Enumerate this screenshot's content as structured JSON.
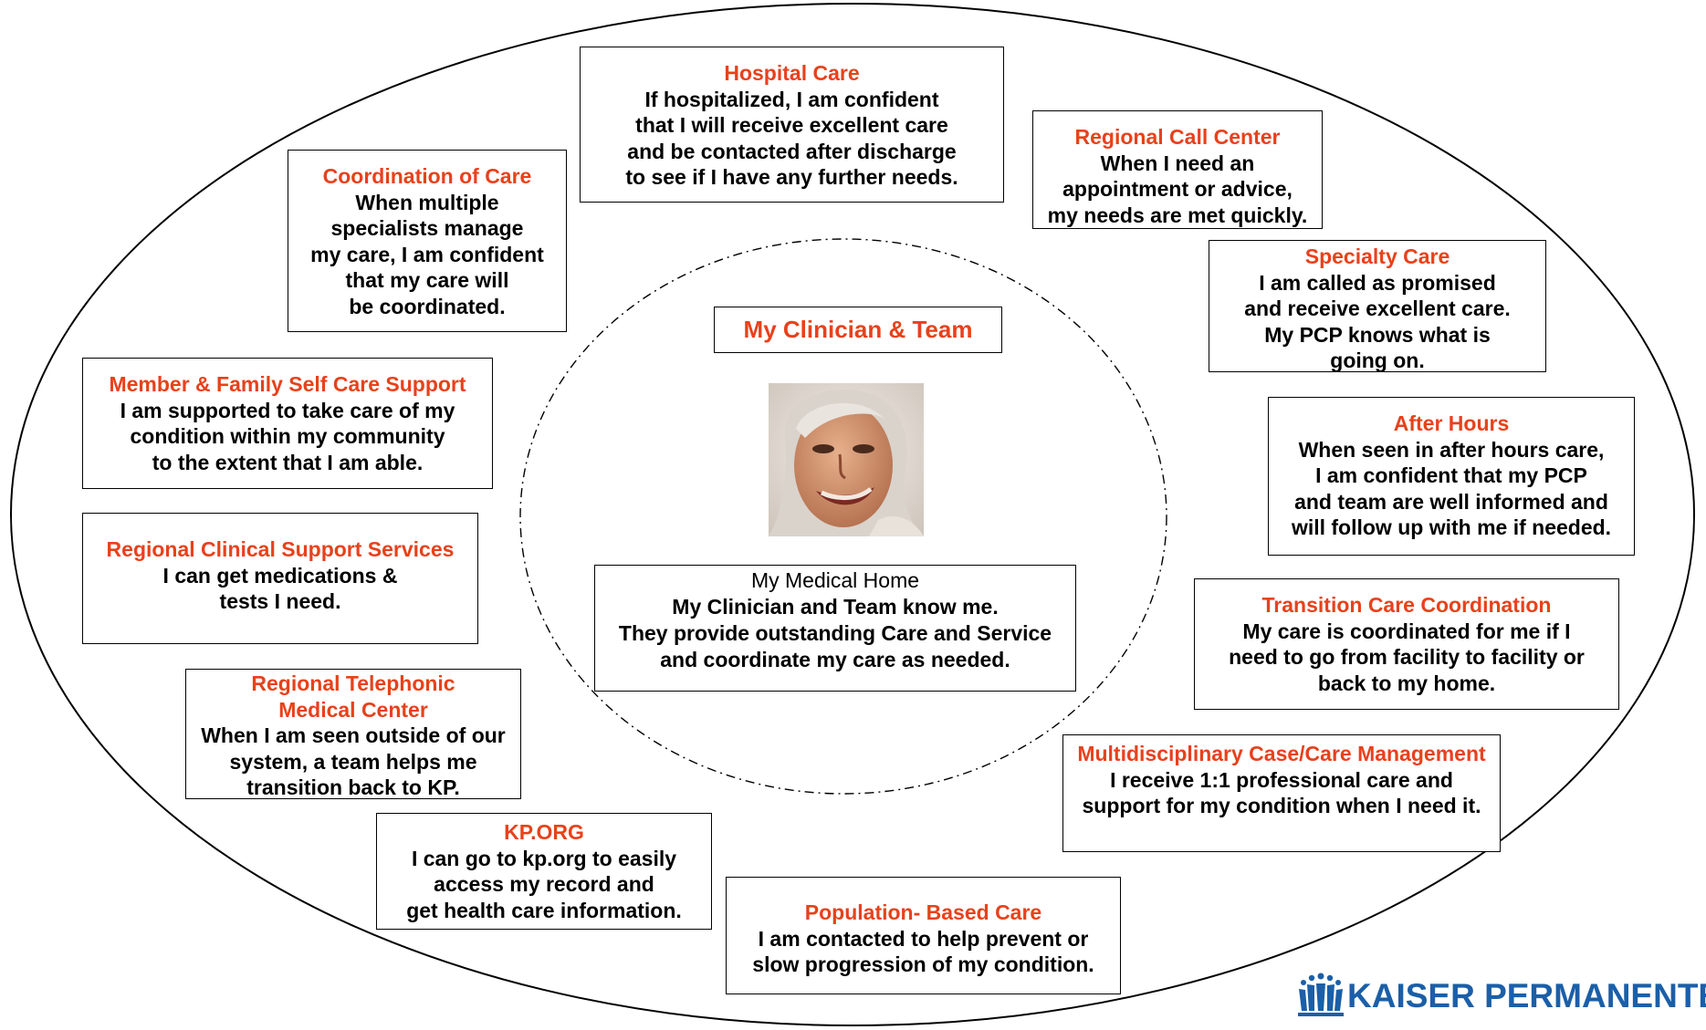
{
  "center": {
    "title": "My Clinician & Team",
    "medical_home_label": "My Medical Home",
    "medical_home_body": "My Clinician and Team know me.\nThey provide outstanding Care and Service\nand coordinate my care as needed."
  },
  "boxes": [
    {
      "title": "Hospital Care",
      "body": "If hospitalized, I am confident\nthat I will receive excellent care\nand be contacted after discharge\nto see if I have any further needs."
    },
    {
      "title": "Regional Call Center",
      "body": "When I need an\nappointment or advice,\nmy needs are met quickly."
    },
    {
      "title": "Coordination of Care",
      "body": "When multiple\nspecialists manage\nmy care, I am confident\nthat my care will\nbe coordinated."
    },
    {
      "title": "Specialty Care",
      "body": "I am called as promised\nand receive excellent care.\nMy PCP knows what is\ngoing on."
    },
    {
      "title": "Member & Family Self Care Support",
      "body": "I am supported to take care of my\ncondition within my community\nto the extent that I am able."
    },
    {
      "title": "After Hours",
      "body": "When seen in after hours care,\nI am confident that my PCP\nand team are well informed and\nwill follow up with me if needed."
    },
    {
      "title": "Regional Clinical Support Services",
      "body": "I can get medications &\ntests I need."
    },
    {
      "title": "Transition Care Coordination",
      "body": "My care is coordinated for me if I\nneed to go from facility to facility or\nback to my home."
    },
    {
      "title": "Regional Telephonic\nMedical Center",
      "body": "When I am seen outside of our\nsystem, a team helps me\ntransition back to KP."
    },
    {
      "title": "Multidisciplinary Case/Care Management",
      "body": "I receive 1:1 professional care and\nsupport for my condition when I need it."
    },
    {
      "title": "KP.ORG",
      "body": "I can go to kp.org to easily\naccess my record and\nget health care information."
    },
    {
      "title": "Population- Based Care",
      "body": "I am contacted to help prevent or\nslow progression of my condition."
    }
  ],
  "logo": {
    "text": "KAISER PERMANENTE",
    "mark": "®",
    "color": "#1b5fa8"
  },
  "colors": {
    "title": "#e8411b",
    "text": "#000000",
    "border": "#000000"
  }
}
